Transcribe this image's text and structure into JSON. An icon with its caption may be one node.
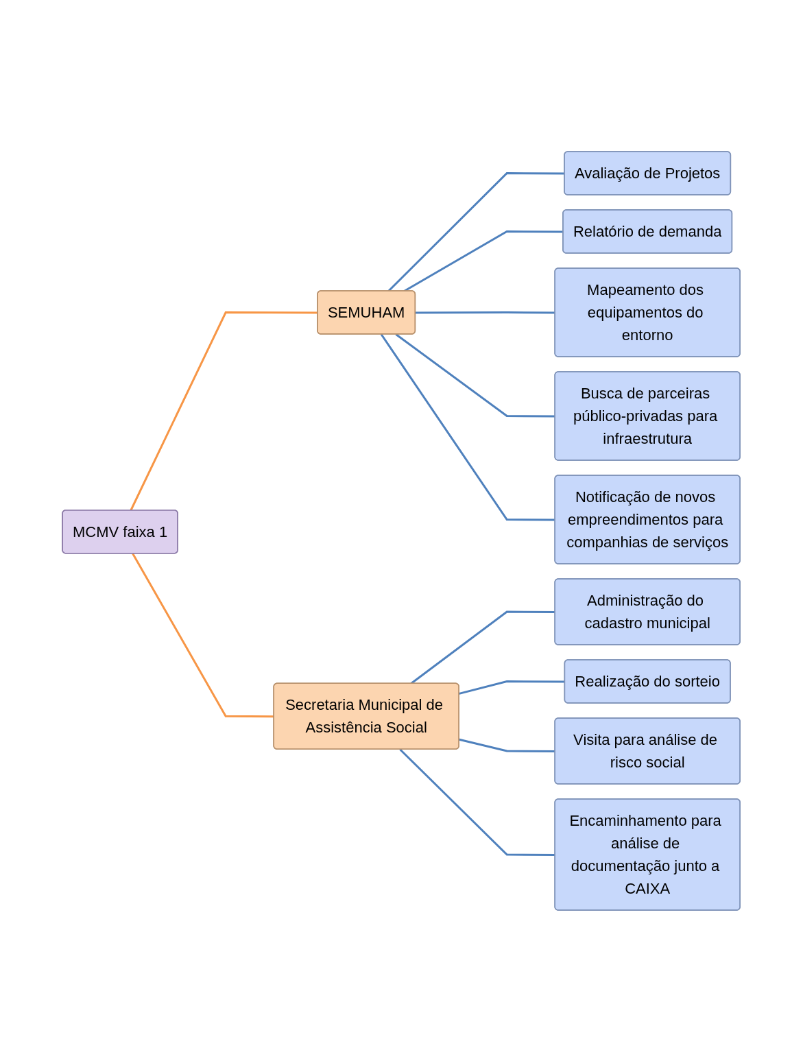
{
  "diagram": {
    "nodes": [
      {
        "text": [
          "MCMV faixa 1"
        ]
      },
      {
        "text": [
          "SEMUHAM"
        ]
      },
      {
        "text": [
          "Avaliação de Projetos"
        ]
      },
      {
        "text": [
          "Relatório de demanda"
        ]
      },
      {
        "text": [
          "Mapeamento dos equipamentos do entorno"
        ]
      },
      {
        "text": [
          "Busca de parceiras público-privadas para infraestrutura"
        ]
      },
      {
        "text": [
          "Notificação de novos empreendimentos para companhias de serviços"
        ]
      },
      {
        "text": [
          "Secretaria Municipal de Assistência Social"
        ]
      },
      {
        "text": [
          "Administração do cadastro municipal"
        ]
      },
      {
        "text": [
          "Realização do sorteio"
        ]
      },
      {
        "text": [
          "Visita para análise de risco social"
        ]
      },
      {
        "text": [
          "Encaminhamento para análise de documentação junto a CAIXA"
        ]
      }
    ],
    "edges": [
      {
        "from": 0,
        "to": 1,
        "arrow": "none",
        "color": "#f79646"
      },
      {
        "from": 0,
        "to": 7,
        "arrow": "none",
        "color": "#f79646"
      },
      {
        "from": 1,
        "to": 2,
        "arrow": "none"
      },
      {
        "from": 1,
        "to": 3,
        "arrow": "none"
      },
      {
        "from": 1,
        "to": 4,
        "arrow": "none"
      },
      {
        "from": 1,
        "to": 5,
        "arrow": "none"
      },
      {
        "from": 1,
        "to": 6,
        "arrow": "none"
      },
      {
        "from": 7,
        "to": 8,
        "arrow": "none"
      },
      {
        "from": 7,
        "to": 9,
        "arrow": "none"
      },
      {
        "from": 7,
        "to": 10,
        "arrow": "none"
      },
      {
        "from": 7,
        "to": 11,
        "arrow": "none"
      }
    ]
  }
}
